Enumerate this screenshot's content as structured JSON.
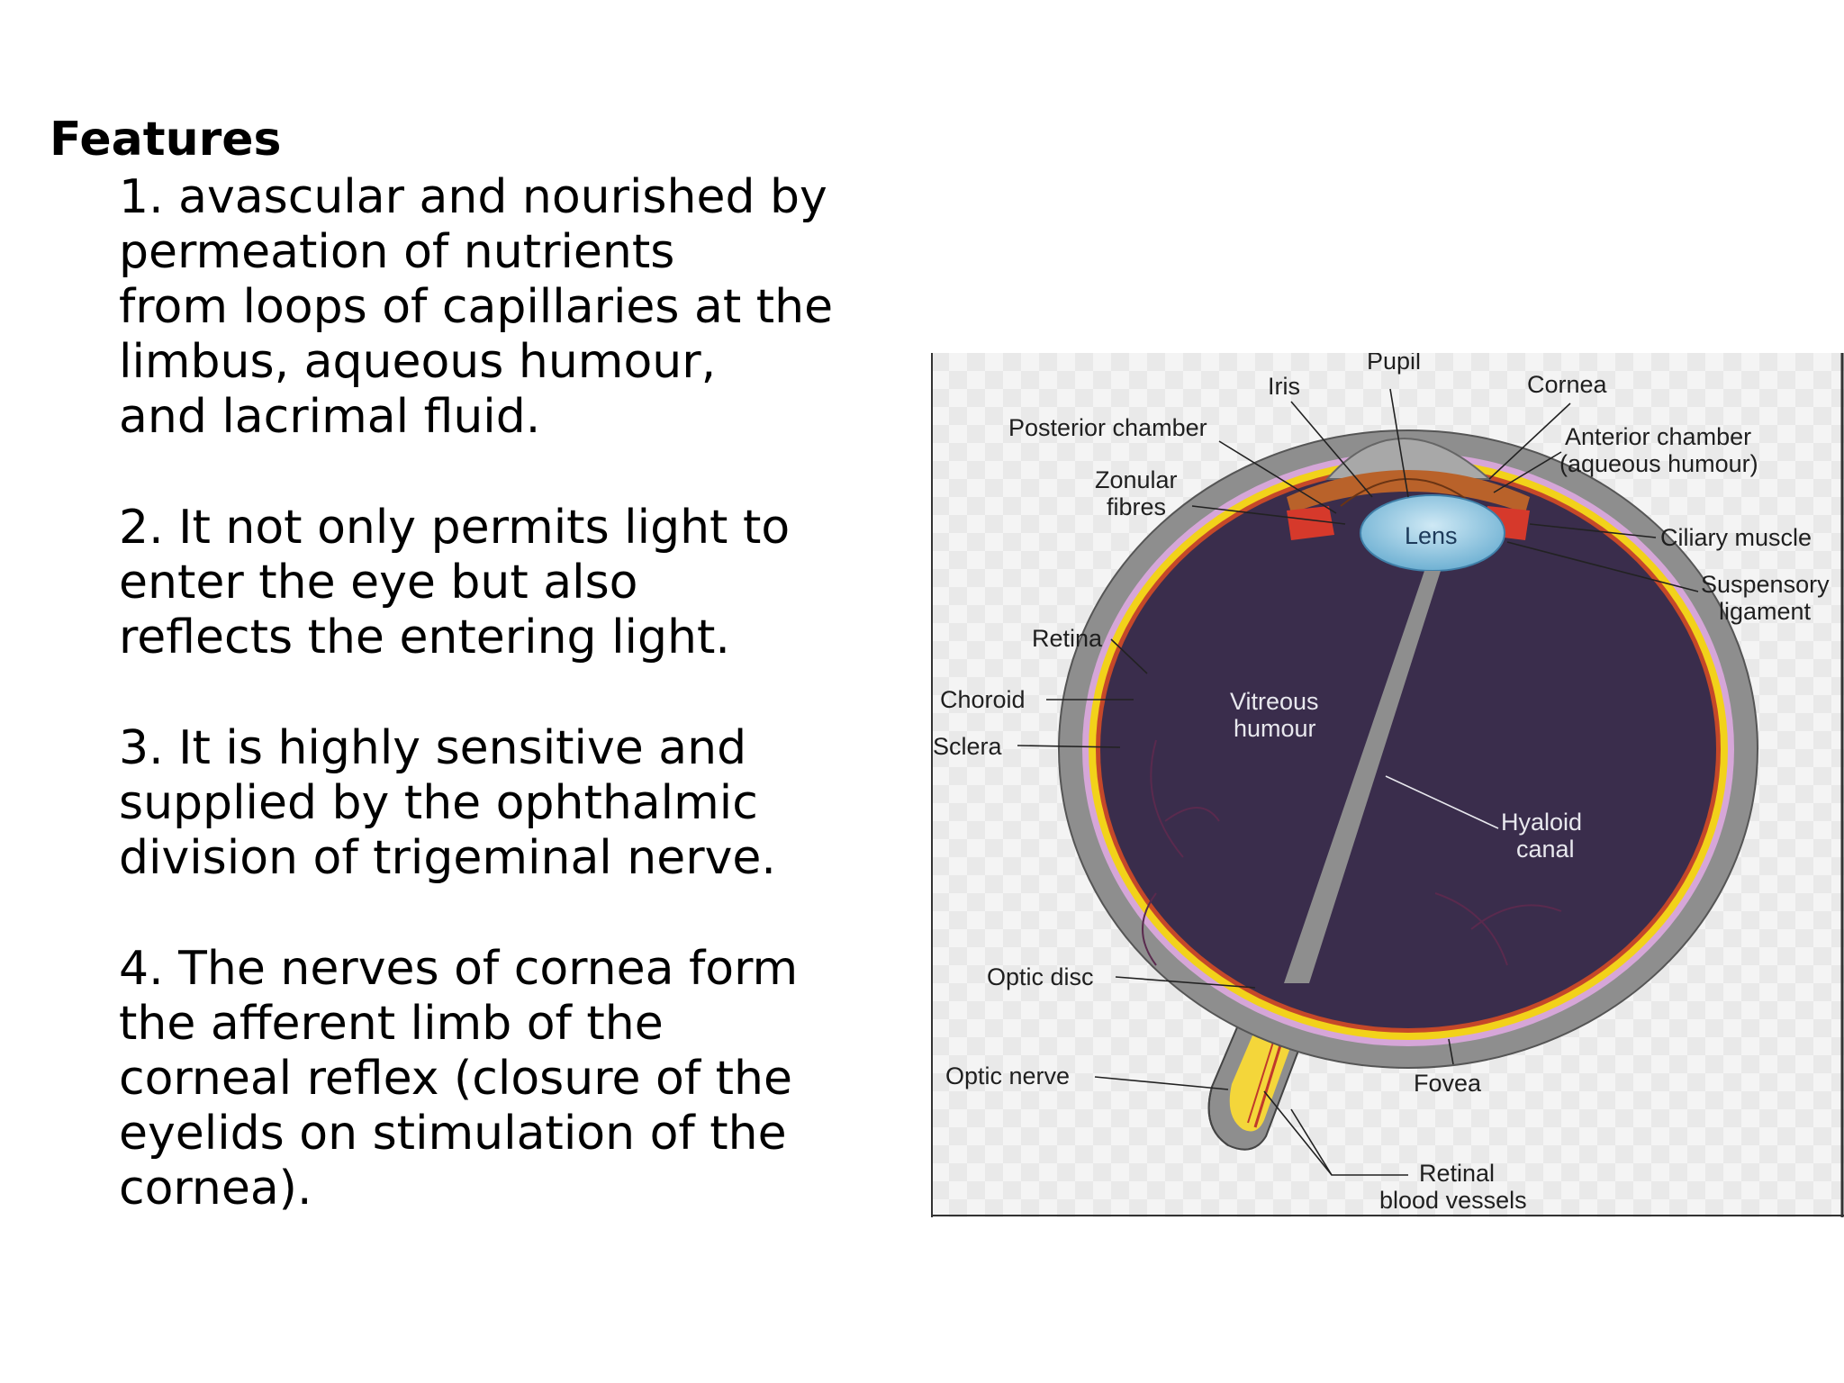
{
  "text": {
    "heading": "Features",
    "items": [
      {
        "lines": [
          "1. avascular and nourished by",
          "permeation of nutrients",
          "from loops of capillaries at the",
          "limbus, aqueous humour,",
          "and lacrimal fluid."
        ]
      },
      {
        "lines": [
          "2. It not only permits  light to",
          "enter the eye but also",
          "reflects the entering light."
        ]
      },
      {
        "lines": [
          "3. It is highly sensitive and",
          "supplied by the ophthalmic",
          "division of trigeminal nerve."
        ]
      },
      {
        "lines": [
          "4. The nerves of cornea form",
          "the afferent limb of the",
          "corneal reflex (closure of the",
          "eyelids on stimulation of the",
          "cornea)."
        ]
      }
    ]
  },
  "diagram": {
    "labels": {
      "pupil": "Pupil",
      "iris": "Iris",
      "cornea": "Cornea",
      "posterior_chamber": "Posterior chamber",
      "anterior_chamber": [
        "Anterior chamber",
        "(aqueous humour)"
      ],
      "zonular_fibres": [
        "Zonular",
        "fibres"
      ],
      "lens": "Lens",
      "ciliary_muscle": "Ciliary muscle",
      "suspensory_ligament": [
        "Suspensory",
        "ligament"
      ],
      "retina": "Retina",
      "choroid": "Choroid",
      "sclera": "Sclera",
      "vitreous_humour": [
        "Vitreous",
        "humour"
      ],
      "hyaloid_canal": [
        "Hyaloid",
        "canal"
      ],
      "optic_disc": "Optic disc",
      "optic_nerve": "Optic nerve",
      "fovea": "Fovea",
      "retinal_blood_vessels": [
        "Retinal",
        "blood vessels"
      ]
    },
    "colors": {
      "vitreous": "#3a2d4c",
      "sclera": "#8e8e8e",
      "choroid": "#d6a6d8",
      "retina": "#f2d21a",
      "lens": "#8fc6e0",
      "iris": "#b9622a",
      "ciliary": "#d6392b",
      "optic_nerve": "#f4d63a",
      "vessels": "#c0392b"
    }
  }
}
